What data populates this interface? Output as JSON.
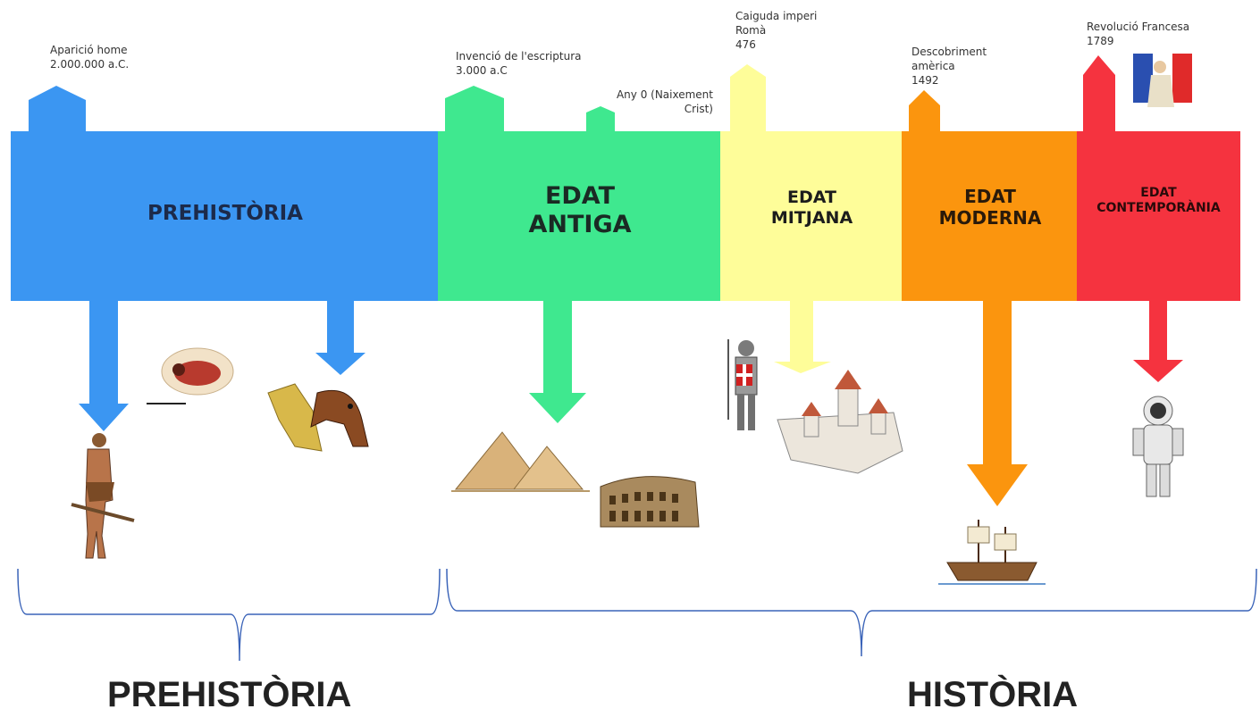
{
  "colors": {
    "prehistoria": "#3b96f2",
    "antiga": "#3fe88f",
    "mitjana": "#fefd99",
    "moderna": "#fb950e",
    "contemporania": "#f5333f",
    "brace": "#3a63b8"
  },
  "eras": [
    {
      "label": "PREHISTÒRIA"
    },
    {
      "lines": [
        "EDAT",
        "ANTIGA"
      ]
    },
    {
      "lines": [
        "EDAT",
        "MITJANA"
      ]
    },
    {
      "lines": [
        "EDAT",
        "MODERNA"
      ]
    },
    {
      "lines": [
        "EDAT",
        "CONTEMPORÀNIA"
      ]
    }
  ],
  "events": [
    {
      "lines": [
        "Aparició home",
        "2.000.000 a.C."
      ]
    },
    {
      "lines": [
        "Invenció de l'escriptura",
        "3.000 a.C"
      ]
    },
    {
      "lines": [
        "Any 0 (Naixement",
        "Crist)"
      ]
    },
    {
      "lines": [
        "Caiguda imperi",
        "Romà",
        "476"
      ]
    },
    {
      "lines": [
        "Descobriment",
        "amèrica",
        "1492"
      ]
    },
    {
      "lines": [
        "Revolució Francesa",
        "1789"
      ]
    }
  ],
  "illustrations": [
    "caveman-illustration",
    "cave-painting-bison-illustration",
    "horse-and-wheat-illustration",
    "pyramids-illustration",
    "colosseum-illustration",
    "knight-illustration",
    "castle-illustration",
    "caravel-ship-illustration",
    "liberty-flag-illustration",
    "astronaut-illustration"
  ],
  "bottom_labels": {
    "left": "PREHISTÒRIA",
    "right": "HISTÒRIA"
  }
}
